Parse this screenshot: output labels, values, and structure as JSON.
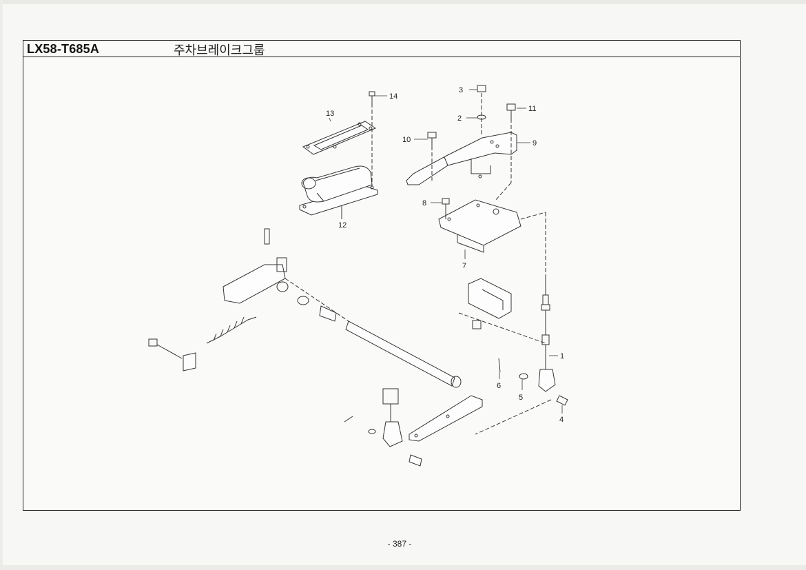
{
  "header": {
    "model_code": "LX58-T685A",
    "group_title": "주차브레이크그룹"
  },
  "callouts": {
    "c1": "1",
    "c2": "2",
    "c3": "3",
    "c4": "4",
    "c5": "5",
    "c6": "6",
    "c7": "7",
    "c8": "8",
    "c9": "9",
    "c10": "10",
    "c11": "11",
    "c12": "12",
    "c13": "13",
    "c14": "14"
  },
  "footer": {
    "page_number": "- 387 -"
  }
}
